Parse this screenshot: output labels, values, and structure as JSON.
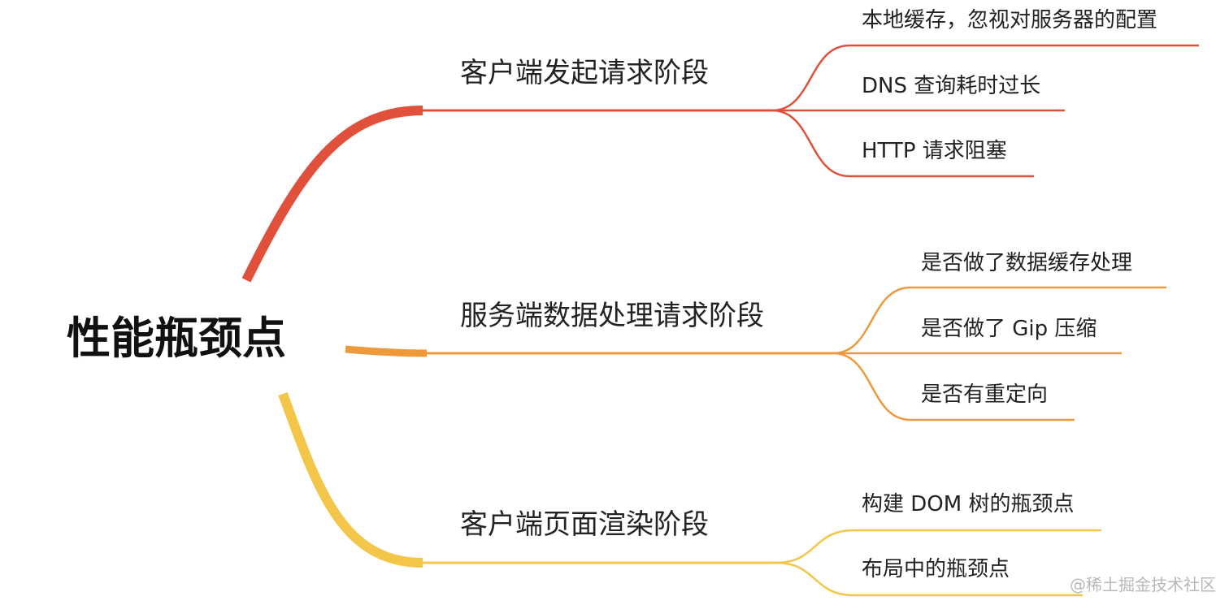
{
  "root": {
    "label": "性能瓶颈点"
  },
  "branches": [
    {
      "label": "客户端发起请求阶段",
      "color": "#e0503a",
      "leaves": [
        {
          "label": "本地缓存，忽视对服务器的配置"
        },
        {
          "label": "DNS 查询耗时过长"
        },
        {
          "label": "HTTP 请求阻塞"
        }
      ]
    },
    {
      "label": "服务端数据处理请求阶段",
      "color": "#ee9a3c",
      "leaves": [
        {
          "label": "是否做了数据缓存处理"
        },
        {
          "label": "是否做了 Gip 压缩"
        },
        {
          "label": "是否有重定向"
        }
      ]
    },
    {
      "label": "客户端页面渲染阶段",
      "color": "#f3c64a",
      "leaves": [
        {
          "label": "构建 DOM 树的瓶颈点"
        },
        {
          "label": "布局中的瓶颈点"
        }
      ]
    }
  ],
  "watermark": "@稀土掘金技术社区"
}
